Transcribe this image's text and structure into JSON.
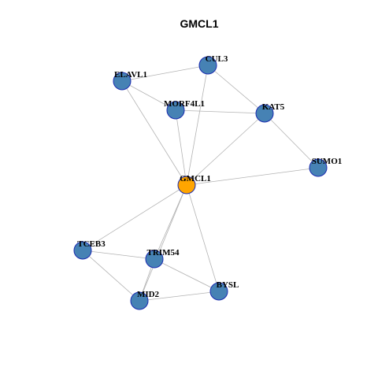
{
  "title": "GMCL1",
  "colors": {
    "hub": "#FFA500",
    "neighbor": "#4682B4",
    "node_border": "#1A2BB0",
    "edge": "#B3B3B3"
  },
  "nodes": [
    {
      "id": "GMCL1",
      "label": "GMCL1",
      "hub": true
    },
    {
      "id": "CUL3",
      "label": "CUL3"
    },
    {
      "id": "ELAVL1",
      "label": "ELAVL1"
    },
    {
      "id": "MORF4L1",
      "label": "MORF4L1"
    },
    {
      "id": "KAT5",
      "label": "KAT5"
    },
    {
      "id": "SUMO1",
      "label": "SUMO1"
    },
    {
      "id": "TCEB3",
      "label": "TCEB3"
    },
    {
      "id": "TRIM54",
      "label": "TRIM54"
    },
    {
      "id": "MID2",
      "label": "MID2"
    },
    {
      "id": "BYSL",
      "label": "BYSL"
    }
  ],
  "edges": [
    [
      "ELAVL1",
      "CUL3"
    ],
    [
      "ELAVL1",
      "MORF4L1"
    ],
    [
      "ELAVL1",
      "GMCL1"
    ],
    [
      "CUL3",
      "KAT5"
    ],
    [
      "CUL3",
      "GMCL1"
    ],
    [
      "MORF4L1",
      "KAT5"
    ],
    [
      "MORF4L1",
      "GMCL1"
    ],
    [
      "KAT5",
      "GMCL1"
    ],
    [
      "KAT5",
      "SUMO1"
    ],
    [
      "SUMO1",
      "GMCL1"
    ],
    [
      "GMCL1",
      "TCEB3"
    ],
    [
      "GMCL1",
      "TRIM54"
    ],
    [
      "GMCL1",
      "MID2"
    ],
    [
      "GMCL1",
      "BYSL"
    ],
    [
      "TCEB3",
      "TRIM54"
    ],
    [
      "TCEB3",
      "MID2"
    ],
    [
      "TRIM54",
      "MID2"
    ],
    [
      "TRIM54",
      "BYSL"
    ],
    [
      "MID2",
      "BYSL"
    ]
  ]
}
